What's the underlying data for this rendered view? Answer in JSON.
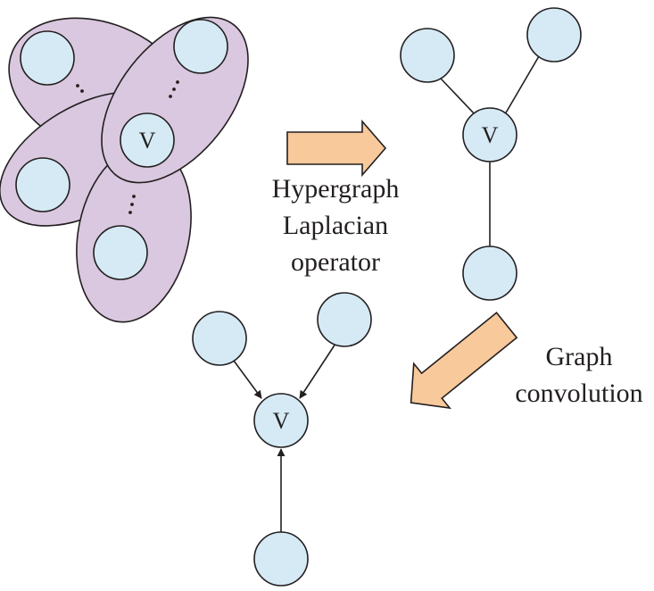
{
  "hypergraph": {
    "center_label": "V"
  },
  "graph": {
    "center_label": "V"
  },
  "convolved_graph": {
    "center_label": "V"
  },
  "step1": {
    "lines": [
      "Hypergraph",
      "Laplacian",
      "operator"
    ]
  },
  "step2": {
    "lines": [
      "Graph",
      "convolution"
    ]
  },
  "colors": {
    "hyperedge_fill": "#d9c8df",
    "node_fill": "#d5eaf5",
    "arrow_fill": "#f8c99b",
    "stroke": "#231f20"
  }
}
